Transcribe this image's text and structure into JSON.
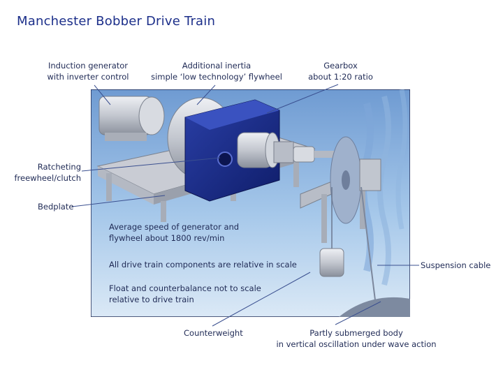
{
  "title": "Manchester Bobber Drive Train",
  "labels": {
    "generator": "Induction generator\nwith inverter control",
    "flywheel": "Additional inertia\nsimple ‘low technology’ flywheel",
    "gearbox": "Gearbox\nabout 1:20 ratio",
    "ratchet": "Ratcheting\nfreewheel/clutch",
    "bedplate": "Bedplate",
    "suspension": "Suspension cable",
    "counterweight": "Counterweight",
    "body": "Partly submerged body\nin vertical oscillation under wave action"
  },
  "notes": {
    "speed": "Average speed of generator and\nflywheel about 1800 rev/min",
    "scale": "All drive train components are relative in scale",
    "float": "Float and counterbalance not to scale\nrelative to drive train"
  },
  "colors": {
    "title": "#1c2f8a",
    "text": "#1f2a55",
    "leader": "#3a4f8f",
    "scene_top": "#7aa3d6",
    "scene_bottom": "#d4e6f5",
    "gearbox": "#1c2f8f",
    "machinery": "#c9ccd3"
  }
}
